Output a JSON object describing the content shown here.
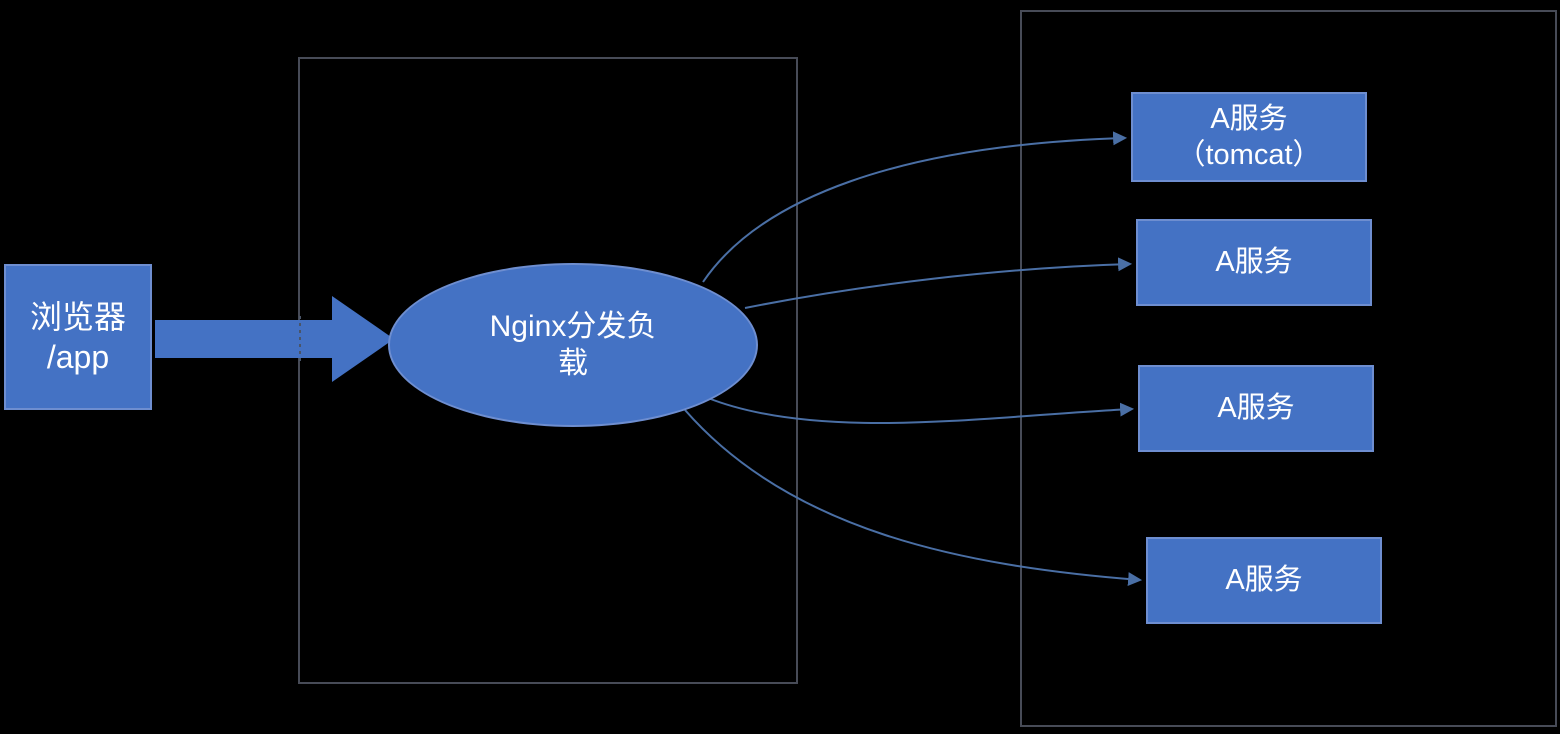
{
  "diagram": {
    "client": {
      "line1": "浏览器",
      "line2": "/app"
    },
    "load_balancer": {
      "line1": "Nginx分发负",
      "line2": "载"
    },
    "servers": [
      {
        "line1": "A服务",
        "line2": "（tomcat）"
      },
      {
        "line1": "A服务",
        "line2": ""
      },
      {
        "line1": "A服务",
        "line2": ""
      },
      {
        "line1": "A服务",
        "line2": ""
      }
    ],
    "icons": {
      "flow_arrow": "right-block-arrow",
      "connector_arrowheads": "arrowhead-right"
    },
    "colors": {
      "shape_fill": "#4472C4",
      "shape_border": "#6E8ED0",
      "connector": "#4A6FA5",
      "container_border": "#474B57",
      "background": "#000000",
      "text": "#FFFFFF"
    }
  }
}
